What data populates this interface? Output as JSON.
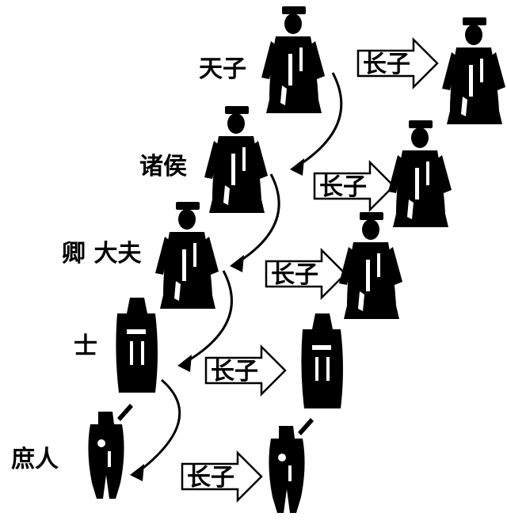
{
  "ranks": [
    {
      "label": "天子"
    },
    {
      "label": "诸侯"
    },
    {
      "label": "卿 大夫"
    },
    {
      "label": "士"
    },
    {
      "label": "庶人"
    }
  ],
  "arrow_label": "长子",
  "colors": {
    "ink": "#000000",
    "paper": "#ffffff"
  },
  "figure_icon": "robed-figure-silhouette"
}
